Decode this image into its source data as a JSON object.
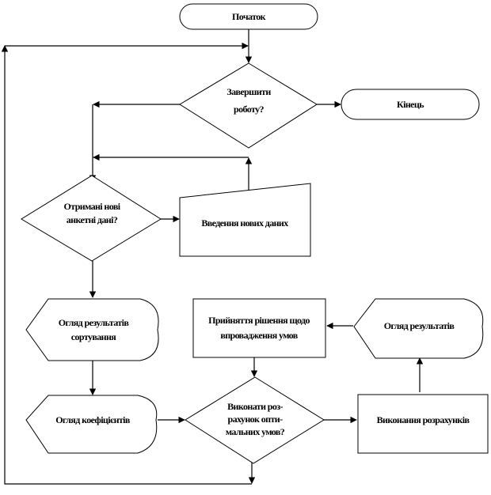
{
  "diagram": {
    "type": "flowchart",
    "language": "uk",
    "nodes": {
      "start": {
        "label": "Початок",
        "shape": "terminator"
      },
      "finish_q": {
        "lines": [
          "Завершити",
          "роботу?"
        ],
        "shape": "decision"
      },
      "end": {
        "label": "Кінець",
        "shape": "terminator"
      },
      "new_data_q": {
        "lines": [
          "Отримані нові",
          "анкетні дані?"
        ],
        "shape": "decision"
      },
      "input_data": {
        "label": "Введення нових даних",
        "shape": "manual-input"
      },
      "review_sort": {
        "lines": [
          "Огляд результатів",
          "сортування"
        ],
        "shape": "display"
      },
      "decision_box": {
        "lines": [
          "Прийняття рішення щодо",
          "впровадження умов"
        ],
        "shape": "process"
      },
      "review_results": {
        "label": "Огляд результатів",
        "shape": "display"
      },
      "review_coef": {
        "label": "Огляд коефіцієнтів",
        "shape": "display"
      },
      "calc_q": {
        "lines": [
          "Виконати роз-",
          "рахунок опти-",
          "мальних умов?"
        ],
        "shape": "decision"
      },
      "calc": {
        "label": "Виконання розрахунків",
        "shape": "process"
      }
    },
    "edges": [
      [
        "start",
        "finish_q"
      ],
      [
        "finish_q",
        "end"
      ],
      [
        "finish_q",
        "new_data_q"
      ],
      [
        "new_data_q",
        "input_data"
      ],
      [
        "input_data",
        "new_data_q"
      ],
      [
        "new_data_q",
        "review_sort"
      ],
      [
        "review_sort",
        "review_coef"
      ],
      [
        "review_coef",
        "calc_q"
      ],
      [
        "calc_q",
        "calc"
      ],
      [
        "calc",
        "review_results"
      ],
      [
        "review_results",
        "decision_box"
      ],
      [
        "decision_box",
        "calc_q"
      ],
      [
        "calc_q",
        "finish_q"
      ]
    ],
    "colors": {
      "stroke": "#000000",
      "fill": "#ffffff"
    }
  }
}
